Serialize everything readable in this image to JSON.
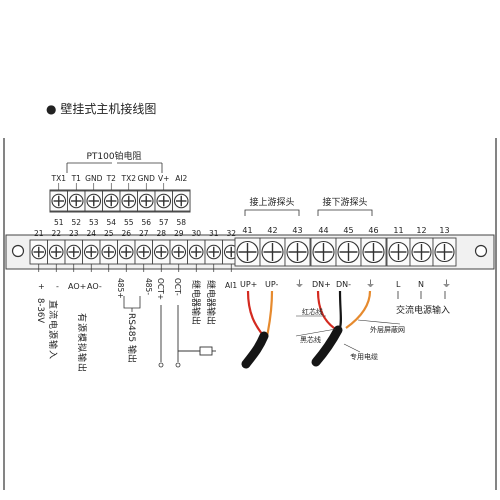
{
  "title": "壁挂式主机接线图",
  "pt100": {
    "label": "PT100铂电阻",
    "pins": [
      {
        "num": "51",
        "label": "TX1"
      },
      {
        "num": "52",
        "label": "T1"
      },
      {
        "num": "53",
        "label": "GND"
      },
      {
        "num": "54",
        "label": "T2"
      },
      {
        "num": "55",
        "label": "TX2"
      },
      {
        "num": "56",
        "label": "GND"
      },
      {
        "num": "57",
        "label": "V+"
      },
      {
        "num": "58",
        "label": "AI2"
      }
    ]
  },
  "main_terminals": [
    "21",
    "22",
    "23",
    "24",
    "25",
    "26",
    "27",
    "28",
    "29",
    "30",
    "31",
    "32"
  ],
  "probe_up": {
    "label": "接上游探头",
    "nums": [
      "41",
      "42",
      "43"
    ],
    "labels": [
      "UP+",
      "UP-",
      "⏚"
    ]
  },
  "probe_dn": {
    "label": "接下游探头",
    "nums": [
      "44",
      "45",
      "46"
    ],
    "labels": [
      "DN+",
      "DN-",
      "⏚"
    ]
  },
  "ac_terminals": {
    "nums": [
      "11",
      "12",
      "13"
    ],
    "labels": [
      "L",
      "N",
      "⏚"
    ],
    "label": "交流电源输入"
  },
  "bottom_labels": {
    "plus": "+",
    "minus": "-",
    "dc_volt": "8-36V",
    "dc_input": "直流电源输入",
    "ao_plus": "AO+",
    "ao_minus": "AO-",
    "analog_out": "有源模拟输出",
    "rs485_plus": "485+",
    "rs485_minus": "485-",
    "rs485_out": "RS485 输出",
    "oct_plus": "OCT+",
    "oct_minus": "OCT-",
    "relay1": "继电器输出",
    "relay2": "继电器输出",
    "ai1": "AI1"
  },
  "cable_labels": {
    "red": "红芯线",
    "black": "黑芯线",
    "shield": "外层屏蔽网",
    "cable": "专用电缆"
  }
}
